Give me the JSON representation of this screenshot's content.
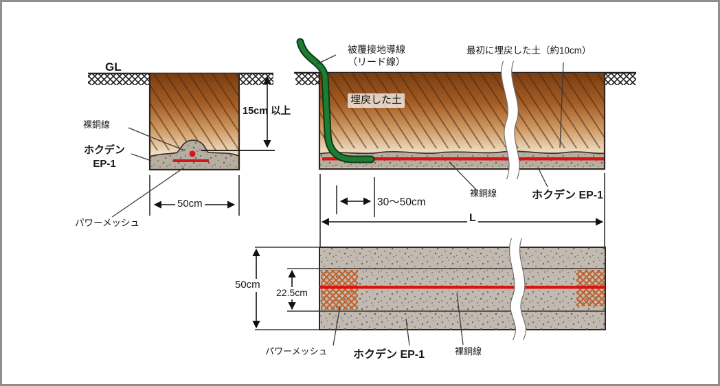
{
  "frame": {
    "border_color": "#8f8f8f",
    "background": "#ffffff"
  },
  "colors": {
    "copper_wire_red": "#da1412",
    "lead_wire_green": "#1e7c33",
    "lead_wire_green_dark": "#0e3a15",
    "mesh_orange": "#c05f28",
    "soil_dark_brown": "#7a3d10",
    "soil_light_cream": "#f9f3e9",
    "ep1_layer_gray": "#b7aea2",
    "plan_band_gray": "#c2bab0"
  },
  "left_section": {
    "ground_label": "GL",
    "bare_wire_label": "裸銅線",
    "product_label": "ホクデン\nEP-1",
    "power_mesh_label": "パワーメッシュ",
    "depth_dim": "15cm 以上",
    "width_dim": "50cm"
  },
  "right_section": {
    "lead_wire_label": "被覆接地導線\n（リード線）",
    "backfill_label": "埋戻した土",
    "first_backfill_label": "最初に埋戻した土（約10cm）",
    "bare_wire_label": "裸銅線",
    "product_label": "ホクデン EP-1",
    "offset_dim": "30〜50cm",
    "length_dim": "L"
  },
  "plan_section": {
    "power_mesh_label": "パワーメッシュ",
    "product_label": "ホクデン EP-1",
    "bare_wire_label": "裸銅線",
    "width_dim": "50cm",
    "half_width_dim": "22.5cm"
  }
}
